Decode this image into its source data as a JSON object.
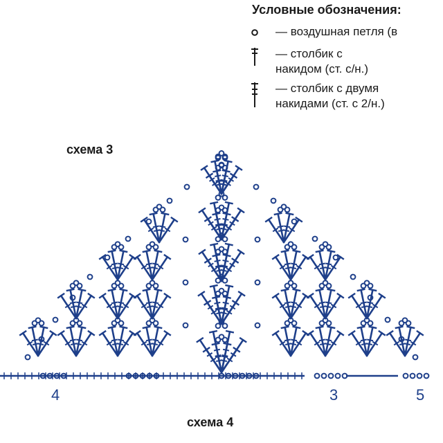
{
  "legend": {
    "title": "Условные обозначения:",
    "items": [
      {
        "icon": "chain-stitch-icon",
        "text": "— воздушная петля (в"
      },
      {
        "icon": "double-crochet-icon",
        "text_line1": "— столбик с",
        "text_line2": "накидом (ст. с/н.)"
      },
      {
        "icon": "treble-crochet-icon",
        "text_line1": "— столбик с двумя",
        "text_line2": "накидами (ст. с 2/н.)"
      }
    ]
  },
  "scheme_top_label": "схема 3",
  "scheme_bottom_label": "схема 4",
  "row_numbers": [
    "4",
    "3",
    "5"
  ],
  "colors": {
    "ink": "#1e3f8a",
    "text": "#1a1a1a"
  }
}
